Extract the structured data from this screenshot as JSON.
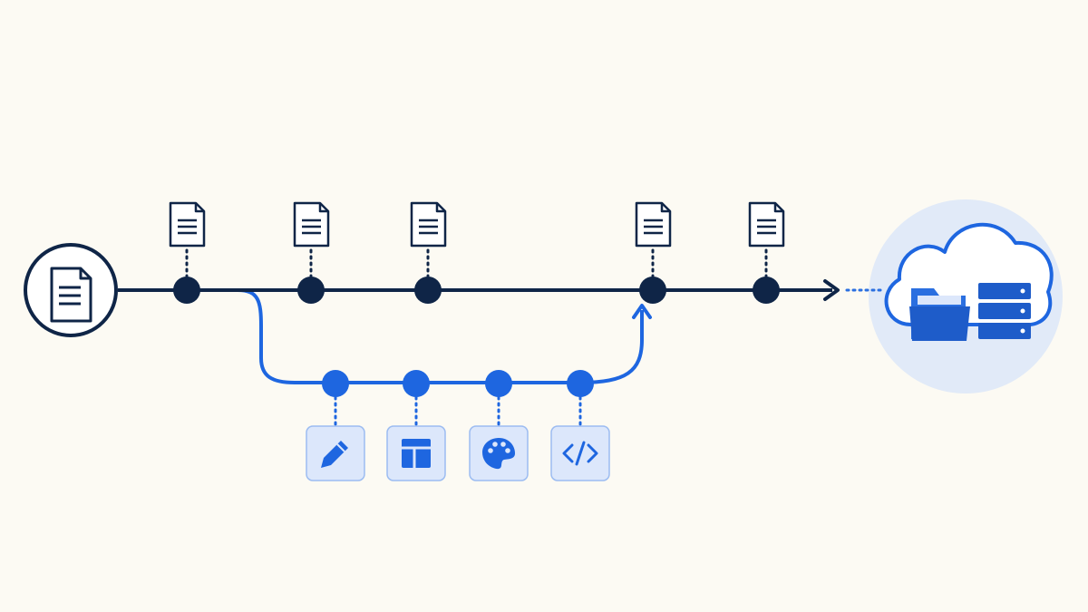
{
  "colors": {
    "background": "#fcfaf3",
    "main_line": "#0f2547",
    "branch_line": "#1e66e0",
    "icon_box_fill": "#dce7fb",
    "icon_box_border": "#9cbcf1",
    "cloud_halo": "#e1eaf8",
    "doc_fill": "#ffffff"
  },
  "diagram": {
    "start_icon": "document-icon",
    "main_commits": [
      {
        "id": "c1",
        "icon": "document-icon"
      },
      {
        "id": "c2",
        "icon": "document-icon"
      },
      {
        "id": "c3",
        "icon": "document-icon"
      },
      {
        "id": "c4",
        "icon": "document-icon"
      },
      {
        "id": "c5",
        "icon": "document-icon"
      }
    ],
    "branch_commits": [
      {
        "id": "b1",
        "icon": "pencil-icon"
      },
      {
        "id": "b2",
        "icon": "layout-icon"
      },
      {
        "id": "b3",
        "icon": "palette-icon"
      },
      {
        "id": "b4",
        "icon": "code-icon"
      }
    ],
    "destination_icons": [
      "cloud-icon",
      "folder-icon",
      "server-icon"
    ]
  }
}
